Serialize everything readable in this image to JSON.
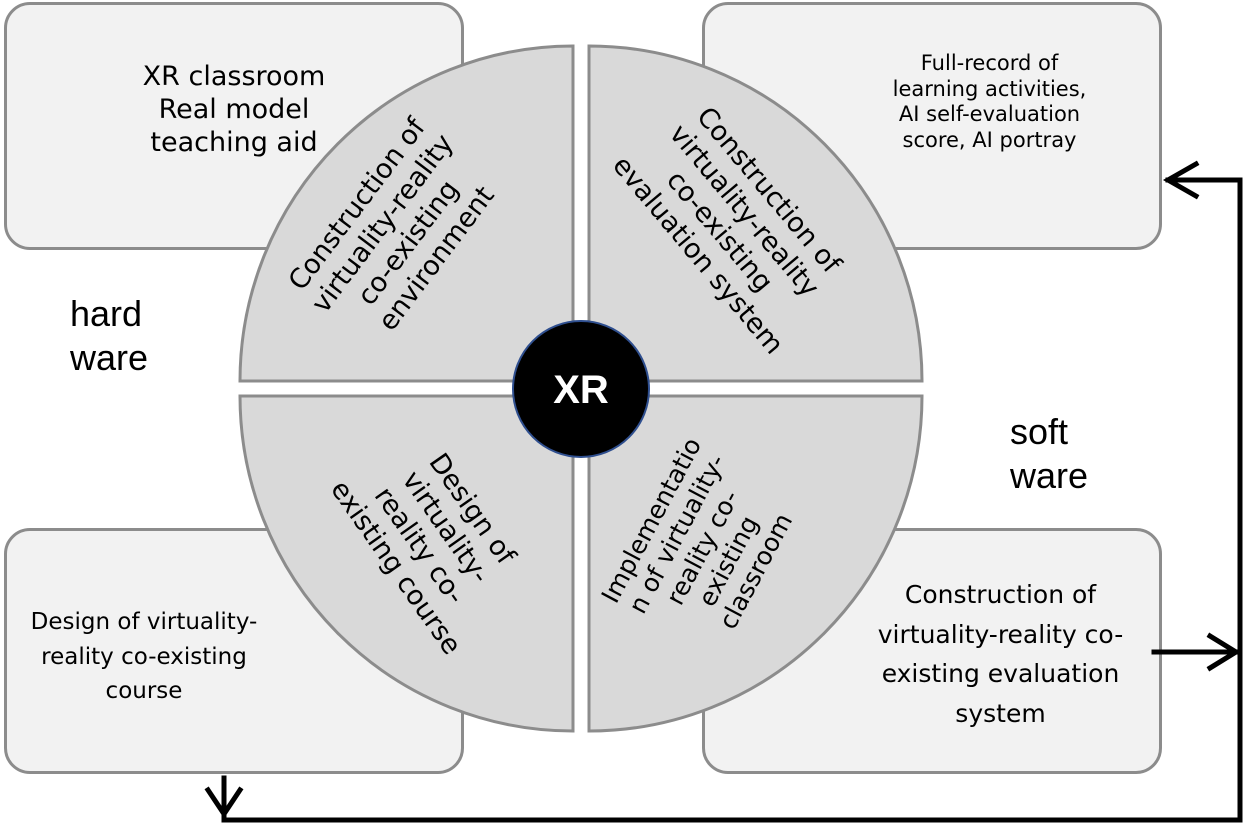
{
  "boxes": {
    "top_left": {
      "lines": [
        "XR classroom",
        "Real model",
        "teaching aid"
      ]
    },
    "top_right": {
      "lines": [
        "Full-record of",
        "learning activities,",
        "AI self-evaluation",
        "score, AI portray"
      ]
    },
    "bottom_left": {
      "lines": [
        "Design of virtuality-",
        "reality co-existing",
        "course"
      ]
    },
    "bottom_right": {
      "lines": [
        "Construction of",
        "virtuality-reality co-",
        "existing evaluation",
        "system"
      ]
    }
  },
  "labels": {
    "hardware": [
      "hard",
      "ware"
    ],
    "software": [
      "soft",
      "ware"
    ]
  },
  "hub": {
    "label": "XR",
    "fill": "#000000",
    "ring": "#2f4f8f"
  },
  "quadrants": {
    "top_left": {
      "lines": [
        "Construction of",
        "virtuality-reality",
        "co-existing",
        "environment"
      ]
    },
    "top_right": {
      "lines": [
        "Construction of",
        "virtuality-reality",
        "co-existing",
        "evaluation system"
      ]
    },
    "bottom_left": {
      "lines": [
        "Design of",
        "virtuality-",
        "reality co-",
        "existing course"
      ]
    },
    "bottom_right": {
      "lines": [
        "Implementatio",
        "n of virtuality-",
        "reality co-",
        "existing",
        "classroom"
      ]
    }
  },
  "colors": {
    "quadrant_fill": "#d9d9d9",
    "quadrant_stroke": "#8c8c8c",
    "box_fill": "#f2f2f2",
    "arrow": "#000000"
  }
}
